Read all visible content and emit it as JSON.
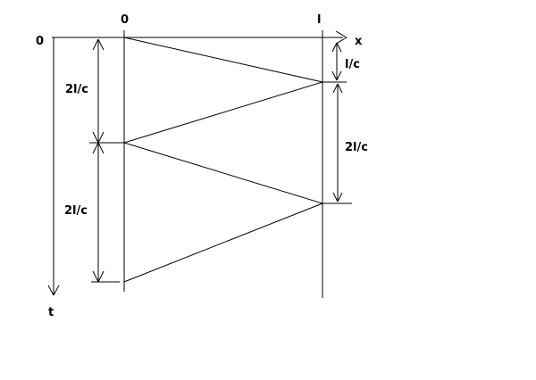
{
  "diagram": {
    "origin_label": "0",
    "axis_x_label": "x",
    "axis_t_label": "t",
    "top_left_boundary_label": "0",
    "top_right_boundary_label": "l",
    "dim_right_top": "l/c",
    "dim_right_middle": "2l/c",
    "dim_left_upper": "2l/c",
    "dim_left_lower": "2l/c"
  },
  "colors": {
    "background": "#ffffff",
    "ink": "#000000"
  }
}
